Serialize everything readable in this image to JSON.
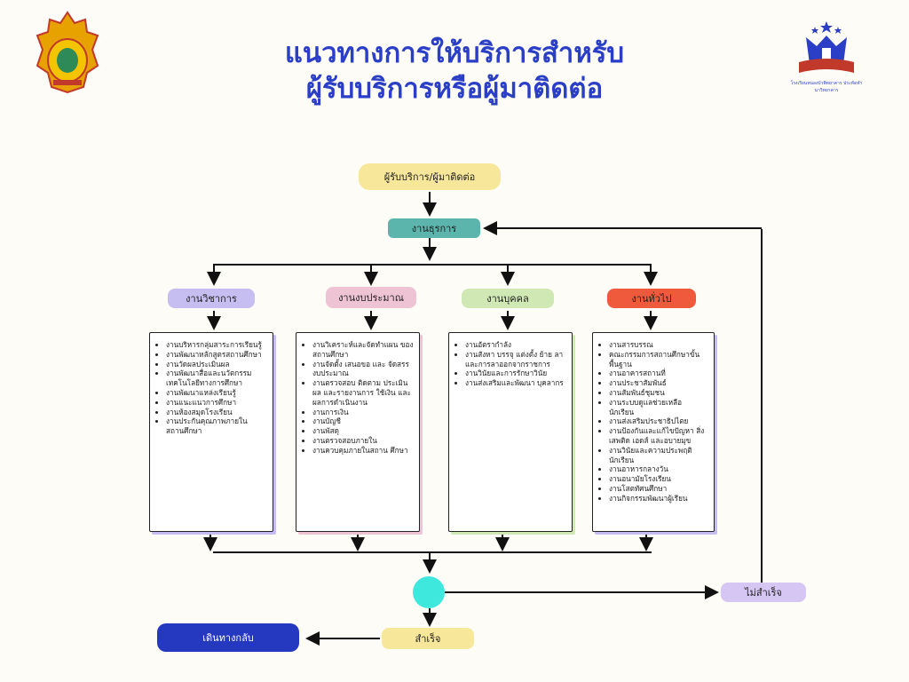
{
  "header": {
    "title_line1": "แนวทางการให้บริการสำหรับ",
    "title_line2": "ผู้รับบริการหรือผู้มาติดต่อ",
    "right_logo_caption": "โรงเรียนหนองบัวพิทยาคาร ประทัดทำนาวิทยาคาร"
  },
  "flow": {
    "start": "ผู้รับบริการ/ผู้มาติดต่อ",
    "admin": "งานธุรการ",
    "departments": [
      {
        "label": "งานวิชาการ",
        "color": "#c6bdf0",
        "items": [
          "งานบริหารกลุ่มสาระการเรียนรู้",
          "งานพัฒนาหลักสูตรสถานศึกษา",
          "งานวัดผลประเมินผล",
          "งานพัฒนาสื่อและนวัตกรรม เทคโนโลยีทางการศึกษา",
          "งานพัฒนาแหล่งเรียนรู้",
          "งานแนะแนวการศึกษา",
          "งานห้องสมุดโรงเรียน",
          "งานประกันคุณภาพภายใน สถานศึกษา"
        ]
      },
      {
        "label": "งานงบประมาณ",
        "color": "#eec4d4",
        "items": [
          "งานวิเคราะห์และจัดทำแผน ของสถานศึกษา",
          "งานจัดตั้ง เสนอขอ และ จัดสรร งบประมาณ",
          "งานตรวจสอบ ติดตาม ประเมินผล และรายงานการ ใช้เงิน และผลการดำเนินงาน",
          "งานการเงิน",
          "งานบัญชี",
          "งานพัสดุ",
          "งานตรวจสอบภายใน",
          "งานควบคุมภายในสถาน ศึกษา"
        ]
      },
      {
        "label": "งานบุคคล",
        "color": "#cfe8b4",
        "items": [
          "งานอัตรากำลัง",
          "งานสังหา บรรจุ แต่งตั้ง ย้าย ลา และการลาออกจากราชการ",
          "งานวินัยและการรักษาวินัย",
          "งานส่งเสริมและพัฒนา บุคลากร"
        ]
      },
      {
        "label": "งานทั่วไป",
        "color": "#f05a3c",
        "items": [
          "งานสารบรรณ",
          "คณะกรรมการสถานศึกษาขั้น พื้นฐาน",
          "งานอาคารสถานที่",
          "งานประชาสัมพันธ์",
          "งานสัมพันธ์ชุมชน",
          "งานระบบดูแลช่วยเหลือ นักเรียน",
          "งานส่งเสริมประชาธิปไตย",
          "งานป้องกันและแก้ไขปัญหา สิ่งเสพติด เอดส์ และอบายมุข",
          "งานวินัยและความประพฤติ นักเรียน",
          "งานอาหารกลางวัน",
          "งานอนามัยโรงเรียน",
          "งานโสตทัศนศึกษา",
          "งานกิจกรรมพัฒนาผู้เรียน"
        ]
      }
    ],
    "fail": "ไม่สำเร็จ",
    "success": "สำเร็จ",
    "back": "เดินทางกลับ"
  }
}
